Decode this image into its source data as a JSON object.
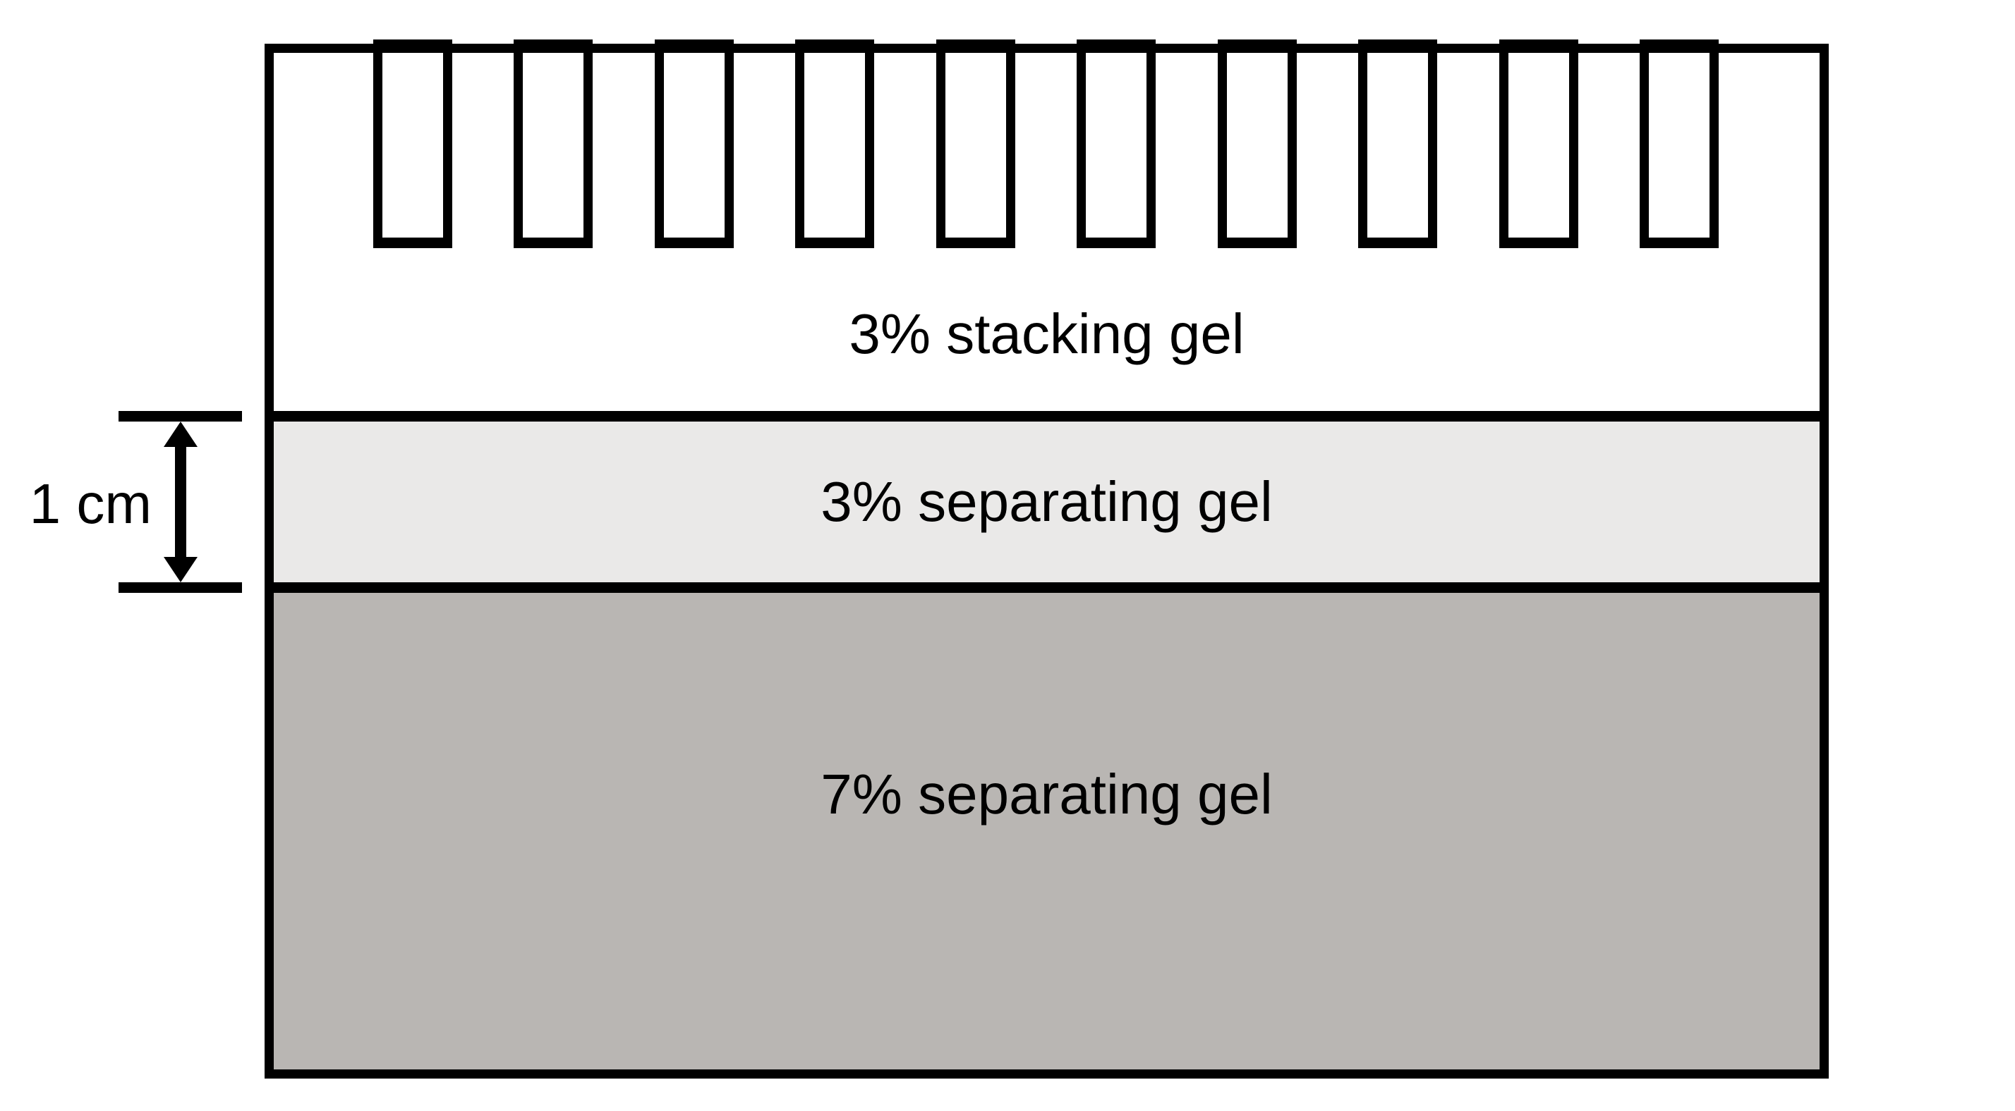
{
  "diagram": {
    "type": "gel-electrophoresis-cross-section",
    "labels": {
      "stacking_gel": "3% stacking gel",
      "separating_gel_3": "3% separating gel",
      "separating_gel_7": "7% separating gel",
      "measurement": "1 cm"
    },
    "wells": {
      "count": 10
    },
    "colors": {
      "outline": "#000000",
      "stacking_gel_fill": "#ffffff",
      "separating_gel_3_fill": "#eae9e8",
      "separating_gel_7_fill": "#b9b6b3",
      "background": "#ffffff"
    }
  }
}
